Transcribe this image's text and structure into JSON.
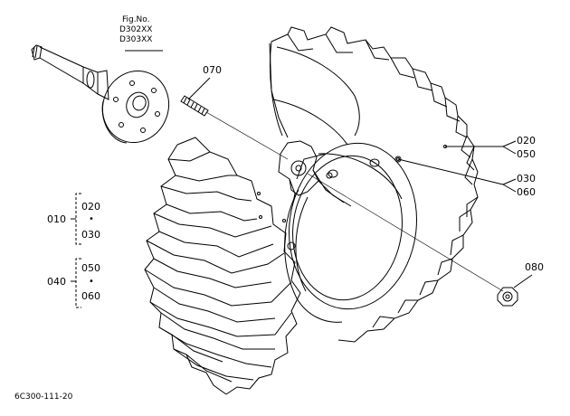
{
  "figure_ref": {
    "heading": "Fig.No.",
    "lines": [
      "D302XX",
      "D303XX"
    ]
  },
  "callouts": {
    "p070": "070",
    "p020": "020",
    "p050": "050",
    "p030": "030",
    "p060": "060",
    "p080": "080"
  },
  "groups": [
    {
      "id": "010",
      "items": [
        "020",
        "030"
      ],
      "separator": "•"
    },
    {
      "id": "040",
      "items": [
        "050",
        "060"
      ],
      "separator": "•"
    }
  ],
  "footer_code": "6C300-111-20"
}
